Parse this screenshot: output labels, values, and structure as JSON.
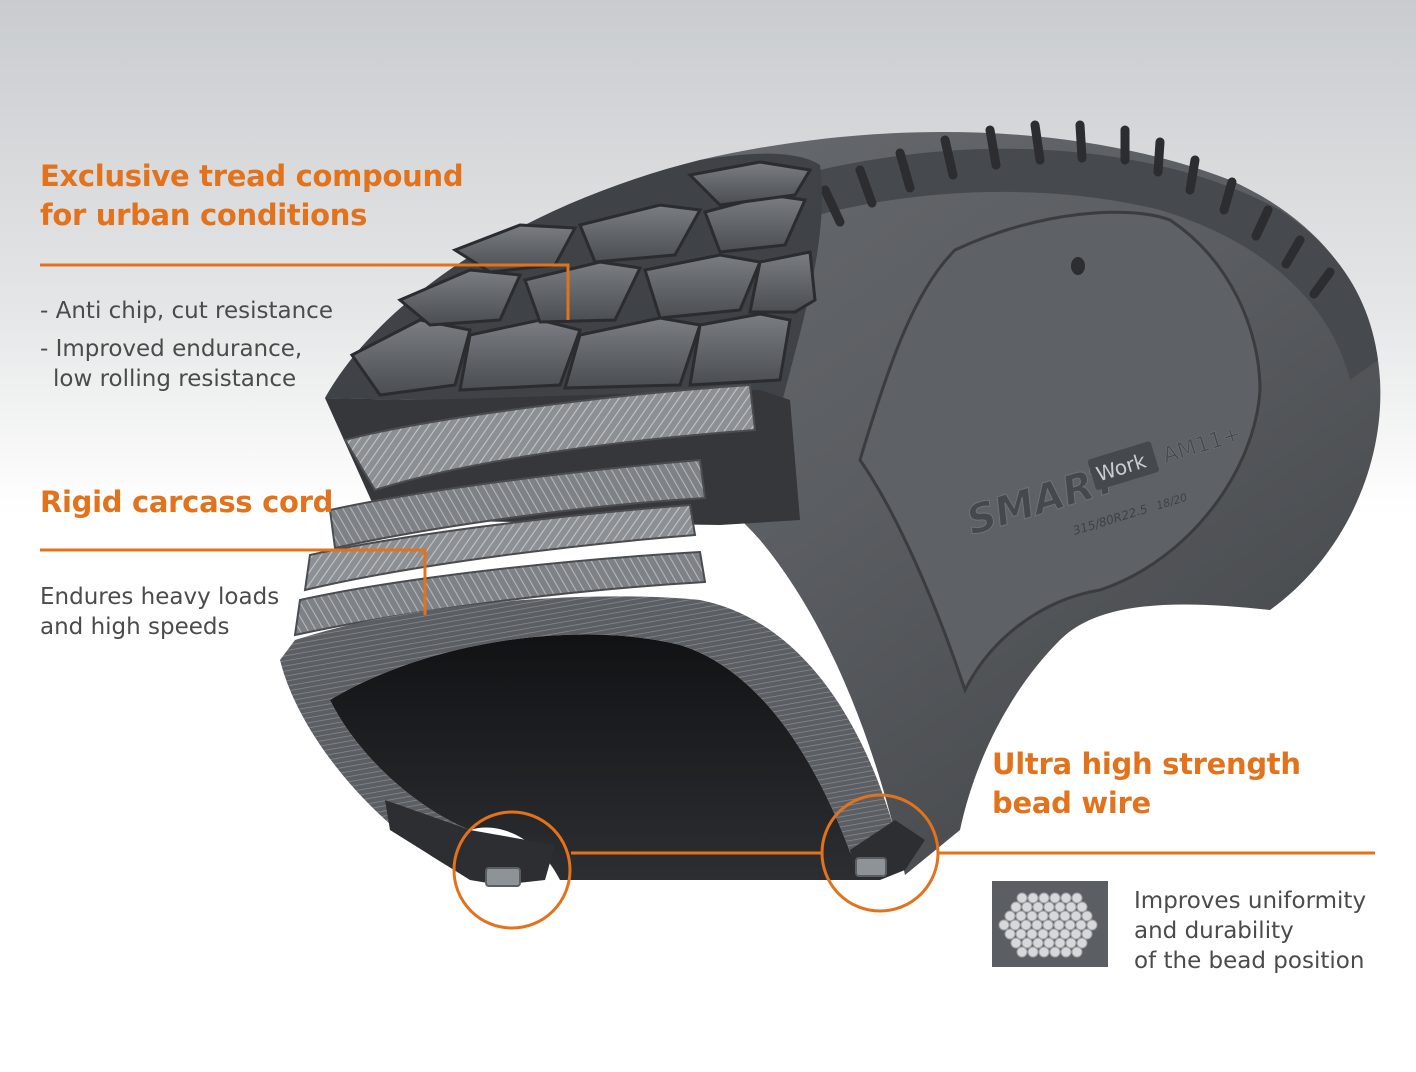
{
  "callouts": {
    "tread": {
      "heading_line1": "Exclusive tread compound",
      "heading_line2": "for urban conditions",
      "bullet1": "- Anti chip, cut resistance",
      "bullet2_line1": "- Improved endurance,",
      "bullet2_line2": "low rolling resistance"
    },
    "carcass": {
      "heading": "Rigid carcass cord",
      "desc_line1": "Endures heavy loads",
      "desc_line2": "and high speeds"
    },
    "bead": {
      "heading_line1": "Ultra high strength",
      "heading_line2": "bead wire",
      "desc_line1": "Improves uniformity",
      "desc_line2": "and durability",
      "desc_line3": "of the bead position"
    }
  },
  "tire": {
    "brand": "SMART",
    "badge": "Work",
    "model": "AM11+",
    "size": "315/80R22.5",
    "load_index": "18/20"
  },
  "colors": {
    "accent": "#e2731c",
    "text": "#4b4b4b",
    "rubber_dark": "#3b3d40",
    "rubber_mid": "#55585c"
  }
}
